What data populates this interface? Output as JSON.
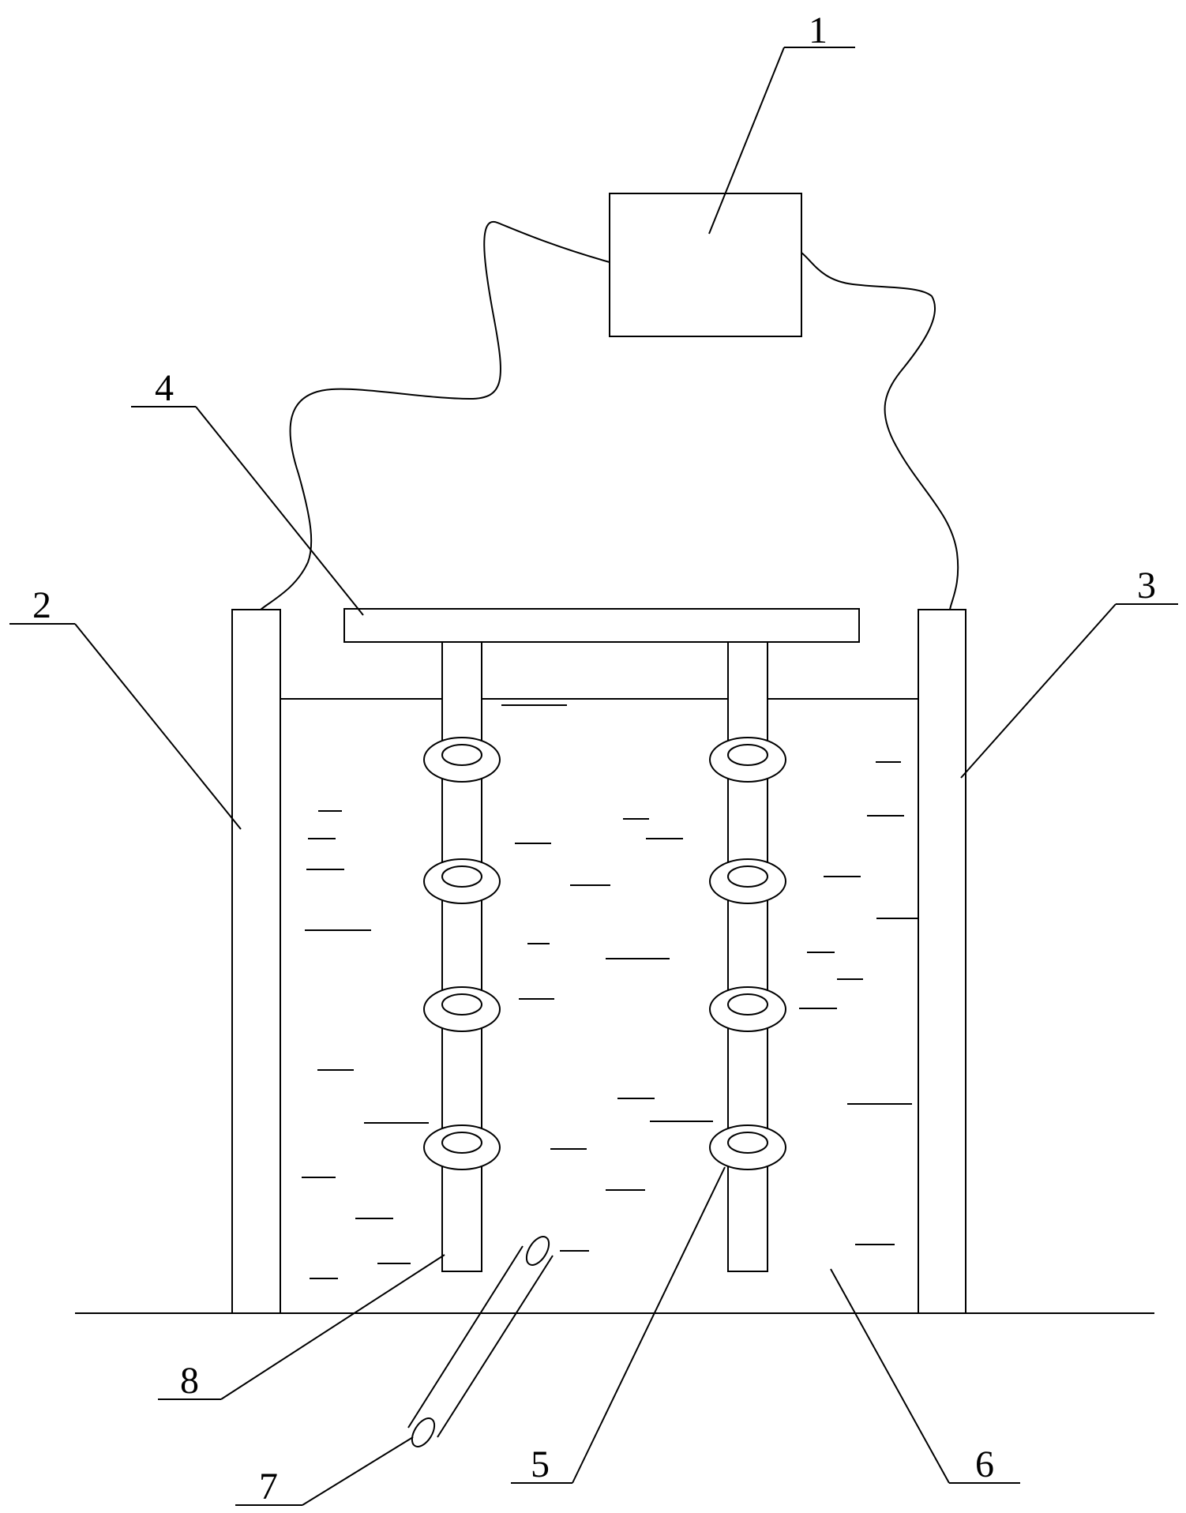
{
  "labels": {
    "l1": "1",
    "l2": "2",
    "l3": "3",
    "l4": "4",
    "l5": "5",
    "l6": "6",
    "l7": "7",
    "l8": "8"
  },
  "line_color": "#000000",
  "background": "#ffffff"
}
